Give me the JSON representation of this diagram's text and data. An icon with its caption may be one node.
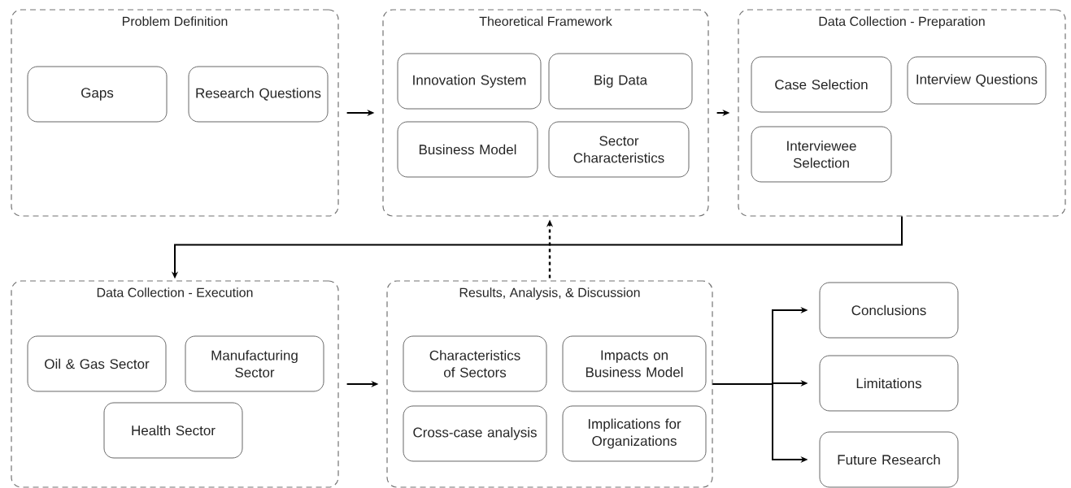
{
  "diagram": {
    "nodes": [
      {
        "text": [
          "Problem Definition"
        ]
      },
      {
        "text": [
          "Gaps"
        ],
        "in": 0
      },
      {
        "text": [
          "Research Questions"
        ],
        "in": 0
      },
      {
        "text": [
          "Theoretical Framework"
        ]
      },
      {
        "text": [
          "Innovation System"
        ],
        "in": 3
      },
      {
        "text": [
          "Big Data"
        ],
        "in": 3
      },
      {
        "text": [
          "Business Model"
        ],
        "in": 3
      },
      {
        "text": [
          "Sector Characteristics"
        ],
        "in": 3
      },
      {
        "text": [
          "Data Collection - Preparation"
        ]
      },
      {
        "text": [
          "Case Selection"
        ],
        "in": 8
      },
      {
        "text": [
          "Interview Questions"
        ],
        "in": 8
      },
      {
        "text": [
          "Interviewee Selection"
        ],
        "in": 8
      },
      {
        "text": [
          "Data Collection - Execution"
        ]
      },
      {
        "text": [
          "Oil & Gas Sector"
        ],
        "in": 12
      },
      {
        "text": [
          "Manufacturing Sector"
        ],
        "in": 12
      },
      {
        "text": [
          "Health Sector"
        ],
        "in": 12
      },
      {
        "text": [
          "Results, Analysis, & Discussion"
        ]
      },
      {
        "text": [
          "Characteristics of Sectors"
        ],
        "in": 16
      },
      {
        "text": [
          "Impacts on Business Model"
        ],
        "in": 16
      },
      {
        "text": [
          "Cross-case analysis"
        ],
        "in": 16
      },
      {
        "text": [
          "Implications for Organizations"
        ],
        "in": 16
      },
      {
        "text": [
          "Conclusions"
        ]
      },
      {
        "text": [
          "Limitations"
        ]
      },
      {
        "text": [
          "Future Research"
        ]
      }
    ],
    "edges": [
      {
        "from": 0,
        "to": 3,
        "arrow": "to"
      },
      {
        "from": 3,
        "to": 8,
        "arrow": "to"
      },
      {
        "from": 8,
        "to": 12,
        "arrow": "to"
      },
      {
        "from": 12,
        "to": 16,
        "arrow": "to"
      },
      {
        "from": 16,
        "to": 3,
        "arrow": "to",
        "style": "dashed"
      },
      {
        "from": 16,
        "to": 21,
        "arrow": "to"
      },
      {
        "from": 16,
        "to": 22,
        "arrow": "to"
      },
      {
        "from": 16,
        "to": 23,
        "arrow": "to"
      }
    ]
  }
}
